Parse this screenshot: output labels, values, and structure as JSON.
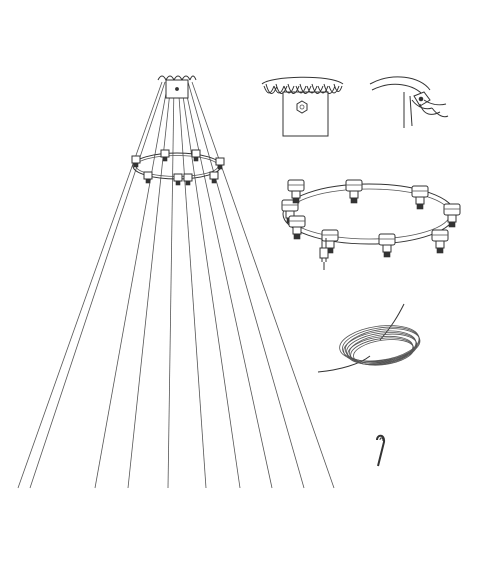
{
  "figure": {
    "kind": "parts-diagram",
    "line_color": "#333333",
    "background": "#ffffff",
    "parts": [
      {
        "icon": "light-strands-tree"
      },
      {
        "icon": "top-hook-plate"
      },
      {
        "icon": "pole-mount-clamp"
      },
      {
        "icon": "connector-ring"
      },
      {
        "icon": "coiled-cable"
      },
      {
        "icon": "ground-stake-hook"
      }
    ],
    "tree_strand_count": 10,
    "ring_connector_count": 8
  }
}
